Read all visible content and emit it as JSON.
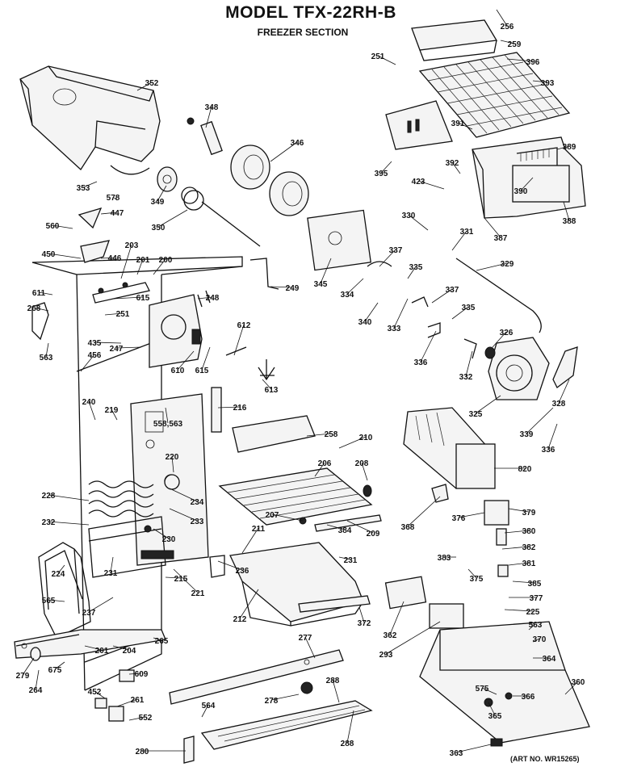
{
  "header": {
    "title": "MODEL TFX-22RH-B",
    "subtitle": "FREEZER SECTION"
  },
  "footer": {
    "art_number": "(ART NO. WR15265)"
  },
  "part_labels": [
    "256",
    "259",
    "251",
    "396",
    "393",
    "352",
    "348",
    "346",
    "391",
    "389",
    "392",
    "395",
    "423",
    "390",
    "388",
    "387",
    "353",
    "578",
    "349",
    "447",
    "560",
    "350",
    "330",
    "331",
    "203",
    "450",
    "446",
    "201",
    "200",
    "337",
    "329",
    "335",
    "611",
    "615",
    "268",
    "251",
    "248",
    "249",
    "345",
    "334",
    "340",
    "337",
    "333",
    "335",
    "326",
    "612",
    "563",
    "435",
    "456",
    "247",
    "610",
    "615",
    "613",
    "336",
    "332",
    "328",
    "325",
    "339",
    "336",
    "240",
    "219",
    "216",
    "258",
    "210",
    "558,563",
    "220",
    "206",
    "208",
    "820",
    "228",
    "234",
    "233",
    "232",
    "207",
    "368",
    "376",
    "379",
    "380",
    "382",
    "230",
    "211",
    "209",
    "231",
    "224",
    "231",
    "381",
    "215",
    "383",
    "375",
    "384",
    "221",
    "236",
    "385",
    "377",
    "225",
    "565",
    "237",
    "212",
    "372",
    "362",
    "563",
    "370",
    "293",
    "201",
    "204",
    "265",
    "675",
    "364",
    "279",
    "264",
    "609",
    "277",
    "288",
    "360",
    "452",
    "575",
    "366",
    "261",
    "564",
    "278",
    "552",
    "365",
    "280",
    "288",
    "363"
  ]
}
